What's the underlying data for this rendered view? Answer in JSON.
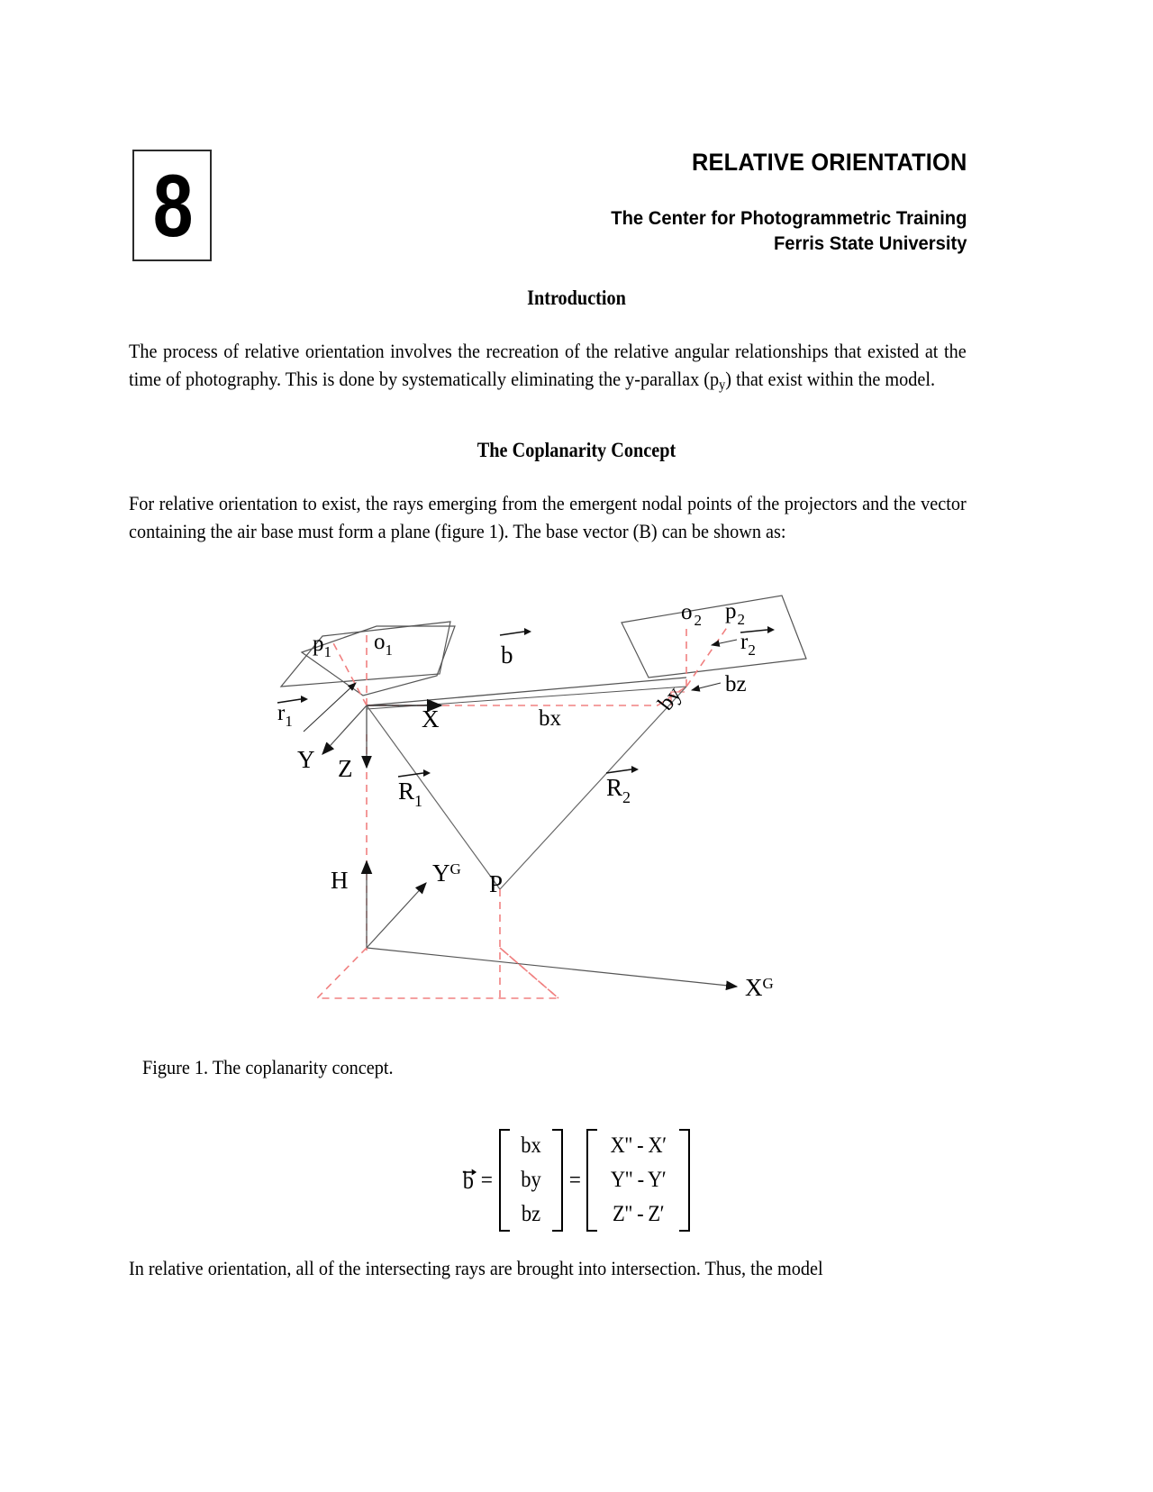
{
  "chapter": {
    "number": "8"
  },
  "header": {
    "title": "RELATIVE ORIENTATION",
    "org_line1": "The Center for Photogrammetric Training",
    "org_line2": "Ferris State University"
  },
  "sections": [
    {
      "heading": "Introduction",
      "body_part1": "The process of relative orientation involves the recreation of the relative angular relationships that existed at the time of photography. This is done by systematically eliminating the y-parallax (p",
      "body_sub": "y",
      "body_part2": ") that exist within the model."
    },
    {
      "heading": "The Coplanarity Concept",
      "body": "For relative orientation to exist, the rays emerging from the emergent nodal points of the projectors and the vector containing the air base must form a plane (figure 1). The base vector (B) can be shown as:"
    }
  ],
  "figure": {
    "caption": "Figure 1.  The coplanarity concept.",
    "labels": {
      "p1": "p",
      "p1_sub": "1",
      "o1": "o",
      "o1_sub": "1",
      "r1": "r",
      "r1_sub": "1",
      "o2": "o",
      "o2_sub": "2",
      "p2": "p",
      "p2_sub": "2",
      "r2": "r",
      "r2_sub": "2",
      "b": "b",
      "bx": "bx",
      "by": "by",
      "bz": "bz",
      "axis_x": "X",
      "axis_y": "Y",
      "axis_z": "Z",
      "R1": "R",
      "R1_sub": "1",
      "R2": "R",
      "R2_sub": "2",
      "H": "H",
      "P": "P",
      "YG": "Y",
      "YG_sup": "G",
      "XG": "X",
      "XG_sup": "G"
    },
    "colors": {
      "line": "#4d4d4d",
      "dashed": "#f08080",
      "text": "#000000"
    }
  },
  "equation": {
    "lhs_symbol": "b",
    "equals": "=",
    "vector_components": [
      "bx",
      "by",
      "bz"
    ],
    "coordinate_differences": [
      "X\" - X′",
      "Y\" - Y′",
      "Z\" - Z′"
    ]
  },
  "closing": {
    "text": "In relative orientation, all of the intersecting rays are brought into intersection. Thus, the model"
  }
}
